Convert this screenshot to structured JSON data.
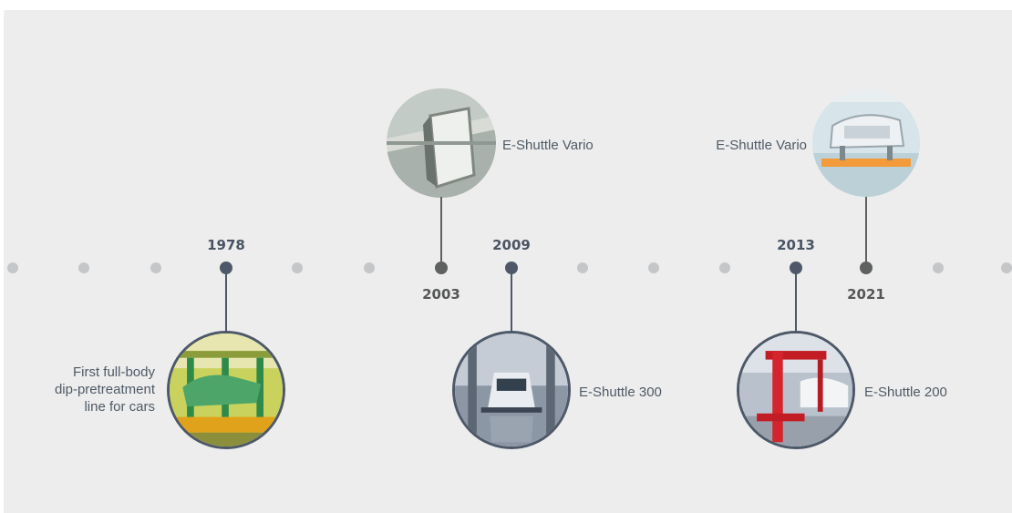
{
  "timeline": {
    "entries": [
      {
        "year": "1978",
        "caption": "First full-body\ndip-pretreatment\nline for cars",
        "photo_icon": "pretreatment-line-photo"
      },
      {
        "year": "2003",
        "caption": "E-Shuttle Vario",
        "photo_icon": "e-shuttle-vario-photo"
      },
      {
        "year": "2009",
        "caption": "E-Shuttle 300",
        "photo_icon": "e-shuttle-300-photo"
      },
      {
        "year": "2013",
        "caption": "E-Shuttle 200",
        "photo_icon": "e-shuttle-200-photo"
      },
      {
        "year": "2021",
        "caption": "E-Shuttle Vario",
        "photo_icon": "e-shuttle-vario-2021-photo"
      }
    ]
  },
  "colors": {
    "background": "#ededed",
    "active_dot": "#4d5868",
    "past_dot": "#5f6060",
    "inactive_dot": "#c4c6c8",
    "year_text": "#4a5464",
    "label_text": "#4f5a66"
  }
}
